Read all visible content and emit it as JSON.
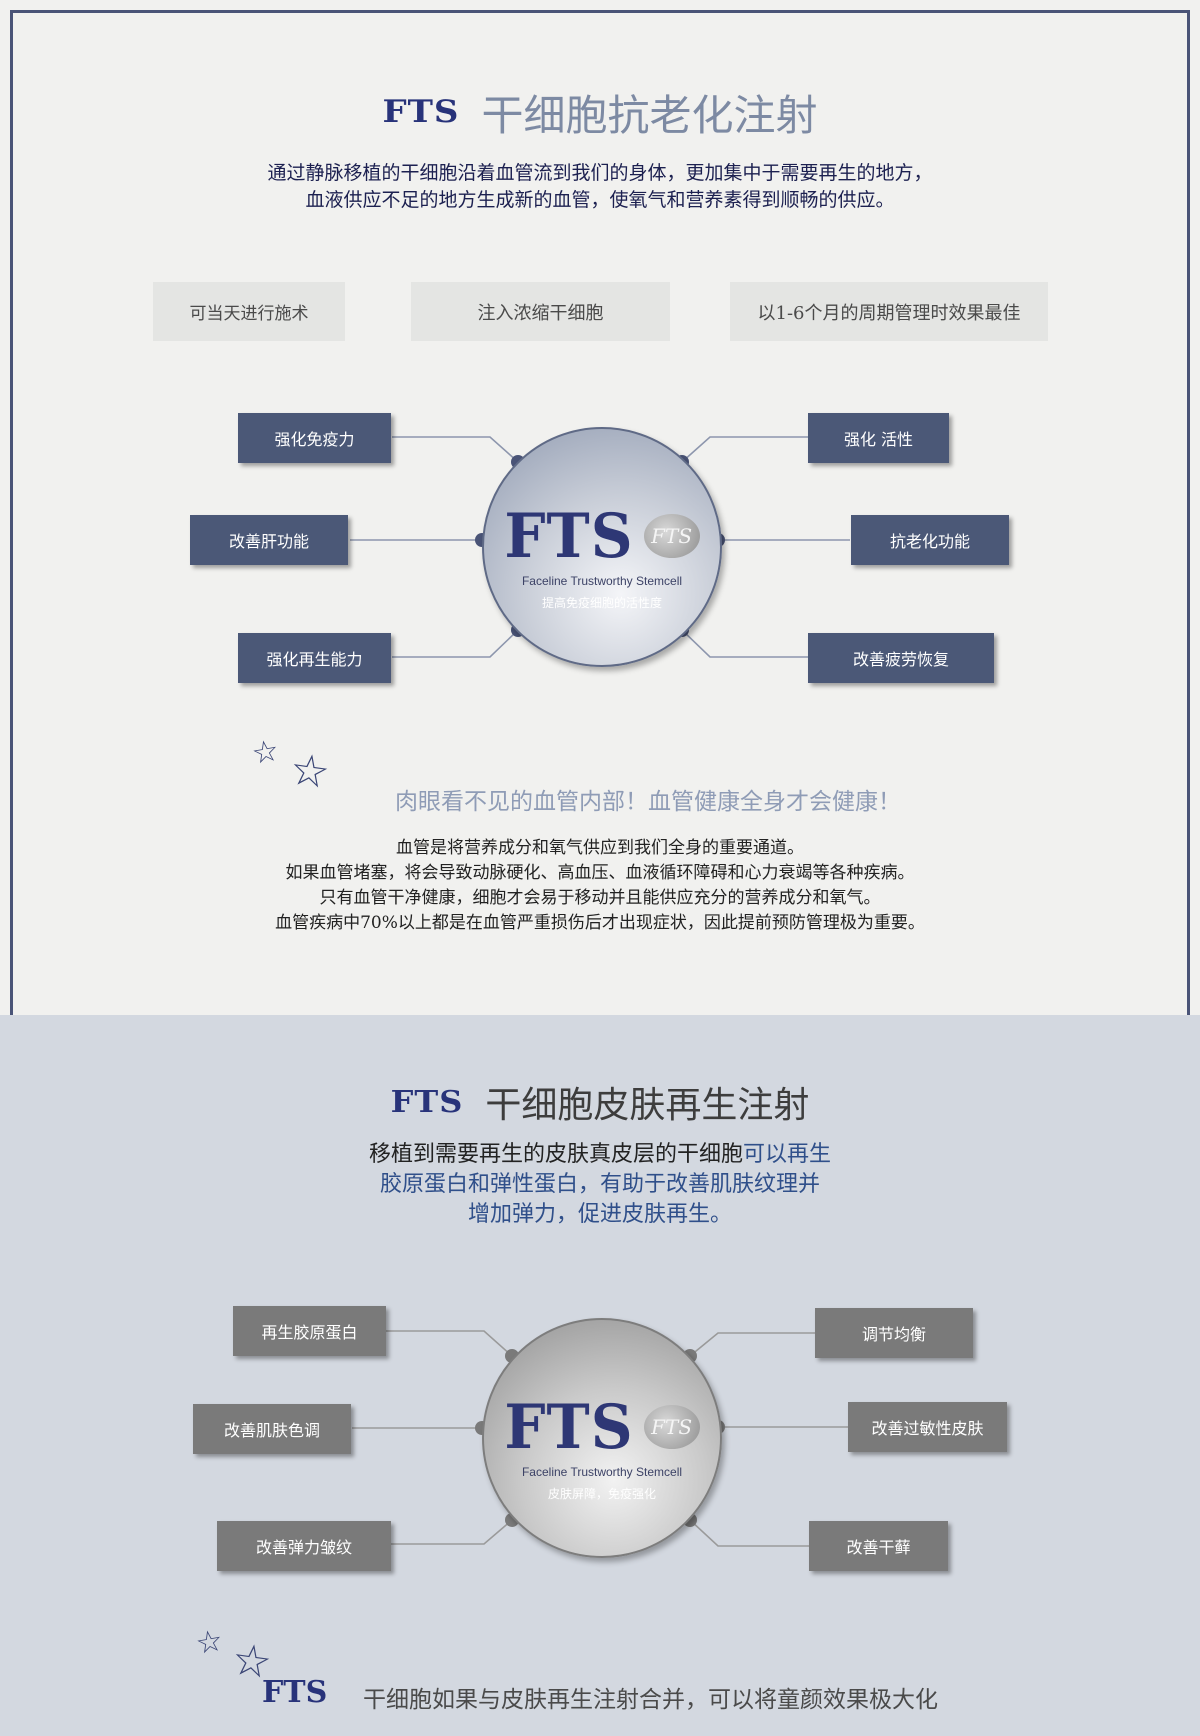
{
  "section1": {
    "brand": "FTS",
    "title": "干细胞抗老化注射",
    "intro": [
      "通过静脉移植的干细胞沿着血管流到我们的身体，更加集中于需要再生的地方，",
      "血液供应不足的地方生成新的血管，使氧气和营养素得到顺畅的供应。"
    ],
    "pills": [
      "可当天进行施术",
      "注入浓缩干细胞",
      "以1-6个月的周期管理时效果最佳"
    ],
    "badge": {
      "logo": "FTS",
      "emblem": "FTS",
      "subtitle": "Faceline Trustworthy Stemcell",
      "caption": "提高免疫细胞的活性度"
    },
    "left_tags": [
      "强化免疫力",
      "改善肝功能",
      "强化再生能力"
    ],
    "right_tags": [
      "强化  活性",
      "抗老化功能",
      "改善疲劳恢复"
    ],
    "headline": "肉眼看不见的血管内部！血管健康全身才会健康！",
    "body": [
      "血管是将营养成分和氧气供应到我们全身的重要通道。",
      "如果血管堵塞，将会导致动脉硬化、高血压、血液循环障碍和心力衰竭等各种疾病。",
      "只有血管干净健康，细胞才会易于移动并且能供应充分的营养成分和氧气。",
      "血管疾病中70%以上都是在血管严重损伤后才出现症状，因此提前预防管理极为重要。"
    ]
  },
  "section2": {
    "brand": "FTS",
    "title": "干细胞皮肤再生注射",
    "intro_plain": "移植到需要再生的皮肤真皮层的干细胞",
    "intro_highlight_1": "可以再生",
    "intro_line2": "胶原蛋白和弹性蛋白，有助于改善肌肤纹理并",
    "intro_line3": "增加弹力，促进皮肤再生。",
    "badge": {
      "logo": "FTS",
      "emblem": "FTS",
      "subtitle": "Faceline Trustworthy Stemcell",
      "caption": "皮肤屏障，免疫强化"
    },
    "left_tags": [
      "再生胶原蛋白",
      "改善肌肤色调",
      "改善弹力皱纹"
    ],
    "right_tags": [
      "调节均衡",
      "改善过敏性皮肤",
      "改善干藓"
    ],
    "footer_brand": "FTS",
    "footer_text": "干细胞如果与皮肤再生注射合并，可以将童颜效果极大化"
  },
  "colors": {
    "frame": "#4a5477",
    "brand_navy": "#28337a",
    "title_gray_blue": "#7d8aa3",
    "tag_blue": "#4b5877",
    "tag_gray": "#7a7a7a",
    "highlight_blue": "#2f4f8a",
    "section2_bg": "#d3d8e0"
  },
  "icons": [
    "star-doodle-icon",
    "fts-emblem-icon"
  ]
}
